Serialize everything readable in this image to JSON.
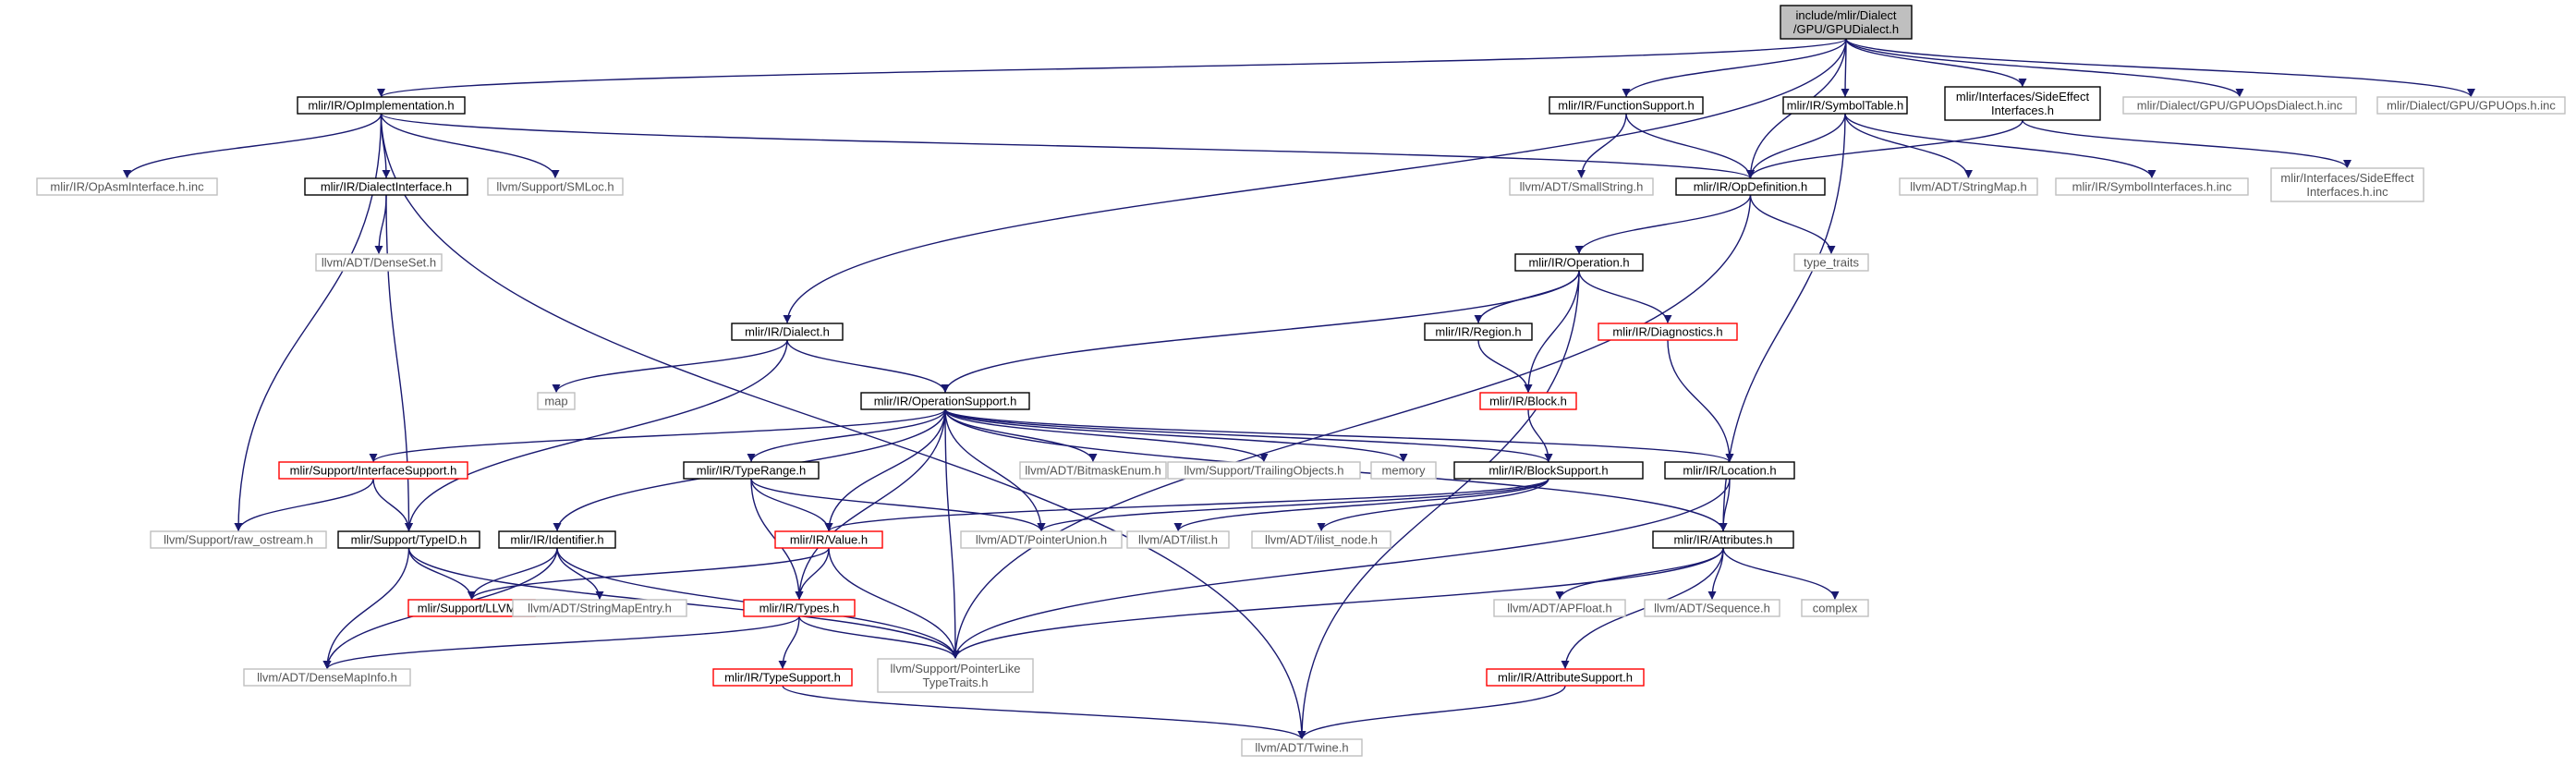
{
  "colors": {
    "edge": "#191970",
    "root_fill": "#bfbfbf",
    "normal_border": "#000000",
    "red_border": "#ff0000",
    "gray_border": "#bfbfbf"
  },
  "nodes": [
    {
      "id": "root",
      "lines": [
        "include/mlir/Dialect",
        "/GPU/GPUDialect.h"
      ],
      "kind": "root"
    },
    {
      "id": "opimpl",
      "lines": [
        "mlir/IR/OpImplementation.h"
      ],
      "kind": "normal"
    },
    {
      "id": "funcsupport",
      "lines": [
        "mlir/IR/FunctionSupport.h"
      ],
      "kind": "normal"
    },
    {
      "id": "symtable",
      "lines": [
        "mlir/IR/SymbolTable.h"
      ],
      "kind": "normal"
    },
    {
      "id": "sideeffect",
      "lines": [
        "mlir/Interfaces/SideEffect",
        "Interfaces.h"
      ],
      "kind": "normal"
    },
    {
      "id": "gpuopsdialect",
      "lines": [
        "mlir/Dialect/GPU/GPUOpsDialect.h.inc"
      ],
      "kind": "gray"
    },
    {
      "id": "gpuops",
      "lines": [
        "mlir/Dialect/GPU/GPUOps.h.inc"
      ],
      "kind": "gray"
    },
    {
      "id": "opasm",
      "lines": [
        "mlir/IR/OpAsmInterface.h.inc"
      ],
      "kind": "gray"
    },
    {
      "id": "dialectiface",
      "lines": [
        "mlir/IR/DialectInterface.h"
      ],
      "kind": "normal"
    },
    {
      "id": "smloc",
      "lines": [
        "llvm/Support/SMLoc.h"
      ],
      "kind": "gray"
    },
    {
      "id": "smallstring",
      "lines": [
        "llvm/ADT/SmallString.h"
      ],
      "kind": "gray"
    },
    {
      "id": "opdef",
      "lines": [
        "mlir/IR/OpDefinition.h"
      ],
      "kind": "normal"
    },
    {
      "id": "stringmap",
      "lines": [
        "llvm/ADT/StringMap.h"
      ],
      "kind": "gray"
    },
    {
      "id": "symiface",
      "lines": [
        "mlir/IR/SymbolInterfaces.h.inc"
      ],
      "kind": "gray"
    },
    {
      "id": "sideinc",
      "lines": [
        "mlir/Interfaces/SideEffect",
        "Interfaces.h.inc"
      ],
      "kind": "gray"
    },
    {
      "id": "denseset",
      "lines": [
        "llvm/ADT/DenseSet.h"
      ],
      "kind": "gray"
    },
    {
      "id": "typetraits",
      "lines": [
        "type_traits"
      ],
      "kind": "gray"
    },
    {
      "id": "operation",
      "lines": [
        "mlir/IR/Operation.h"
      ],
      "kind": "normal"
    },
    {
      "id": "dialect",
      "lines": [
        "mlir/IR/Dialect.h"
      ],
      "kind": "normal"
    },
    {
      "id": "region",
      "lines": [
        "mlir/IR/Region.h"
      ],
      "kind": "normal"
    },
    {
      "id": "diagnostics",
      "lines": [
        "mlir/IR/Diagnostics.h"
      ],
      "kind": "red"
    },
    {
      "id": "map",
      "lines": [
        "map"
      ],
      "kind": "gray"
    },
    {
      "id": "block",
      "lines": [
        "mlir/IR/Block.h"
      ],
      "kind": "red"
    },
    {
      "id": "opsupport",
      "lines": [
        "mlir/IR/OperationSupport.h"
      ],
      "kind": "normal"
    },
    {
      "id": "ifacesupport",
      "lines": [
        "mlir/Support/InterfaceSupport.h"
      ],
      "kind": "red"
    },
    {
      "id": "typerange",
      "lines": [
        "mlir/IR/TypeRange.h"
      ],
      "kind": "normal"
    },
    {
      "id": "bitmask",
      "lines": [
        "llvm/ADT/BitmaskEnum.h"
      ],
      "kind": "gray"
    },
    {
      "id": "trailing",
      "lines": [
        "llvm/Support/TrailingObjects.h"
      ],
      "kind": "gray"
    },
    {
      "id": "memory",
      "lines": [
        "memory"
      ],
      "kind": "gray"
    },
    {
      "id": "blocksupport",
      "lines": [
        "mlir/IR/BlockSupport.h"
      ],
      "kind": "normal"
    },
    {
      "id": "location",
      "lines": [
        "mlir/IR/Location.h"
      ],
      "kind": "normal"
    },
    {
      "id": "rawostream",
      "lines": [
        "llvm/Support/raw_ostream.h"
      ],
      "kind": "gray"
    },
    {
      "id": "typeid",
      "lines": [
        "mlir/Support/TypeID.h"
      ],
      "kind": "normal"
    },
    {
      "id": "identifier",
      "lines": [
        "mlir/IR/Identifier.h"
      ],
      "kind": "normal"
    },
    {
      "id": "value",
      "lines": [
        "mlir/IR/Value.h"
      ],
      "kind": "red"
    },
    {
      "id": "pointerunion",
      "lines": [
        "llvm/ADT/PointerUnion.h"
      ],
      "kind": "gray"
    },
    {
      "id": "ilist",
      "lines": [
        "llvm/ADT/ilist.h"
      ],
      "kind": "gray"
    },
    {
      "id": "ilistnode",
      "lines": [
        "llvm/ADT/ilist_node.h"
      ],
      "kind": "gray"
    },
    {
      "id": "attributes",
      "lines": [
        "mlir/IR/Attributes.h"
      ],
      "kind": "normal"
    },
    {
      "id": "llvmh",
      "lines": [
        "mlir/Support/LLVM.h"
      ],
      "kind": "red"
    },
    {
      "id": "stringmapentry",
      "lines": [
        "llvm/ADT/StringMapEntry.h"
      ],
      "kind": "gray"
    },
    {
      "id": "types",
      "lines": [
        "mlir/IR/Types.h"
      ],
      "kind": "red"
    },
    {
      "id": "apfloat",
      "lines": [
        "llvm/ADT/APFloat.h"
      ],
      "kind": "gray"
    },
    {
      "id": "sequence",
      "lines": [
        "llvm/ADT/Sequence.h"
      ],
      "kind": "gray"
    },
    {
      "id": "complex",
      "lines": [
        "complex"
      ],
      "kind": "gray"
    },
    {
      "id": "densemapinfo",
      "lines": [
        "llvm/ADT/DenseMapInfo.h"
      ],
      "kind": "gray"
    },
    {
      "id": "typesupport",
      "lines": [
        "mlir/IR/TypeSupport.h"
      ],
      "kind": "red"
    },
    {
      "id": "pointerlike",
      "lines": [
        "llvm/Support/PointerLike",
        "TypeTraits.h"
      ],
      "kind": "gray"
    },
    {
      "id": "attrsupport",
      "lines": [
        "mlir/IR/AttributeSupport.h"
      ],
      "kind": "red"
    },
    {
      "id": "twine",
      "lines": [
        "llvm/ADT/Twine.h"
      ],
      "kind": "gray"
    }
  ],
  "edges": [
    [
      "root",
      "opimpl"
    ],
    [
      "root",
      "dialect"
    ],
    [
      "root",
      "funcsupport"
    ],
    [
      "root",
      "opdef"
    ],
    [
      "root",
      "symtable"
    ],
    [
      "root",
      "sideeffect"
    ],
    [
      "root",
      "gpuopsdialect"
    ],
    [
      "root",
      "gpuops"
    ],
    [
      "opimpl",
      "opasm"
    ],
    [
      "opimpl",
      "dialectiface"
    ],
    [
      "opimpl",
      "smloc"
    ],
    [
      "opimpl",
      "opdef"
    ],
    [
      "opimpl",
      "rawostream"
    ],
    [
      "opimpl",
      "twine"
    ],
    [
      "funcsupport",
      "smallstring"
    ],
    [
      "funcsupport",
      "opdef"
    ],
    [
      "symtable",
      "opdef"
    ],
    [
      "symtable",
      "stringmap"
    ],
    [
      "symtable",
      "symiface"
    ],
    [
      "symtable",
      "attributes"
    ],
    [
      "sideeffect",
      "opdef"
    ],
    [
      "sideeffect",
      "sideinc"
    ],
    [
      "dialectiface",
      "denseset"
    ],
    [
      "dialectiface",
      "typeid"
    ],
    [
      "opdef",
      "typetraits"
    ],
    [
      "opdef",
      "operation"
    ],
    [
      "opdef",
      "pointerlike"
    ],
    [
      "operation",
      "opsupport"
    ],
    [
      "operation",
      "region"
    ],
    [
      "operation",
      "block"
    ],
    [
      "operation",
      "diagnostics"
    ],
    [
      "operation",
      "twine"
    ],
    [
      "dialect",
      "map"
    ],
    [
      "dialect",
      "opsupport"
    ],
    [
      "dialect",
      "typeid"
    ],
    [
      "region",
      "block"
    ],
    [
      "block",
      "blocksupport"
    ],
    [
      "diagnostics",
      "location"
    ],
    [
      "opsupport",
      "ifacesupport"
    ],
    [
      "opsupport",
      "identifier"
    ],
    [
      "opsupport",
      "typerange"
    ],
    [
      "opsupport",
      "value"
    ],
    [
      "opsupport",
      "types"
    ],
    [
      "opsupport",
      "pointerunion"
    ],
    [
      "opsupport",
      "bitmask"
    ],
    [
      "opsupport",
      "trailing"
    ],
    [
      "opsupport",
      "memory"
    ],
    [
      "opsupport",
      "blocksupport"
    ],
    [
      "opsupport",
      "location"
    ],
    [
      "opsupport",
      "attributes"
    ],
    [
      "opsupport",
      "pointerlike"
    ],
    [
      "ifacesupport",
      "rawostream"
    ],
    [
      "ifacesupport",
      "typeid"
    ],
    [
      "typerange",
      "value"
    ],
    [
      "typerange",
      "types"
    ],
    [
      "typerange",
      "pointerunion"
    ],
    [
      "blocksupport",
      "value"
    ],
    [
      "blocksupport",
      "pointerunion"
    ],
    [
      "blocksupport",
      "ilist"
    ],
    [
      "blocksupport",
      "ilistnode"
    ],
    [
      "location",
      "attributes"
    ],
    [
      "location",
      "pointerlike"
    ],
    [
      "typeid",
      "llvmh"
    ],
    [
      "typeid",
      "densemapinfo"
    ],
    [
      "typeid",
      "pointerlike"
    ],
    [
      "identifier",
      "llvmh"
    ],
    [
      "identifier",
      "stringmapentry"
    ],
    [
      "identifier",
      "densemapinfo"
    ],
    [
      "identifier",
      "pointerlike"
    ],
    [
      "value",
      "llvmh"
    ],
    [
      "value",
      "types"
    ],
    [
      "value",
      "pointerlike"
    ],
    [
      "types",
      "typesupport"
    ],
    [
      "types",
      "densemapinfo"
    ],
    [
      "types",
      "pointerlike"
    ],
    [
      "attributes",
      "apfloat"
    ],
    [
      "attributes",
      "sequence"
    ],
    [
      "attributes",
      "complex"
    ],
    [
      "attributes",
      "attrsupport"
    ],
    [
      "attributes",
      "pointerlike"
    ],
    [
      "attrsupport",
      "twine"
    ],
    [
      "typesupport",
      "twine"
    ]
  ]
}
